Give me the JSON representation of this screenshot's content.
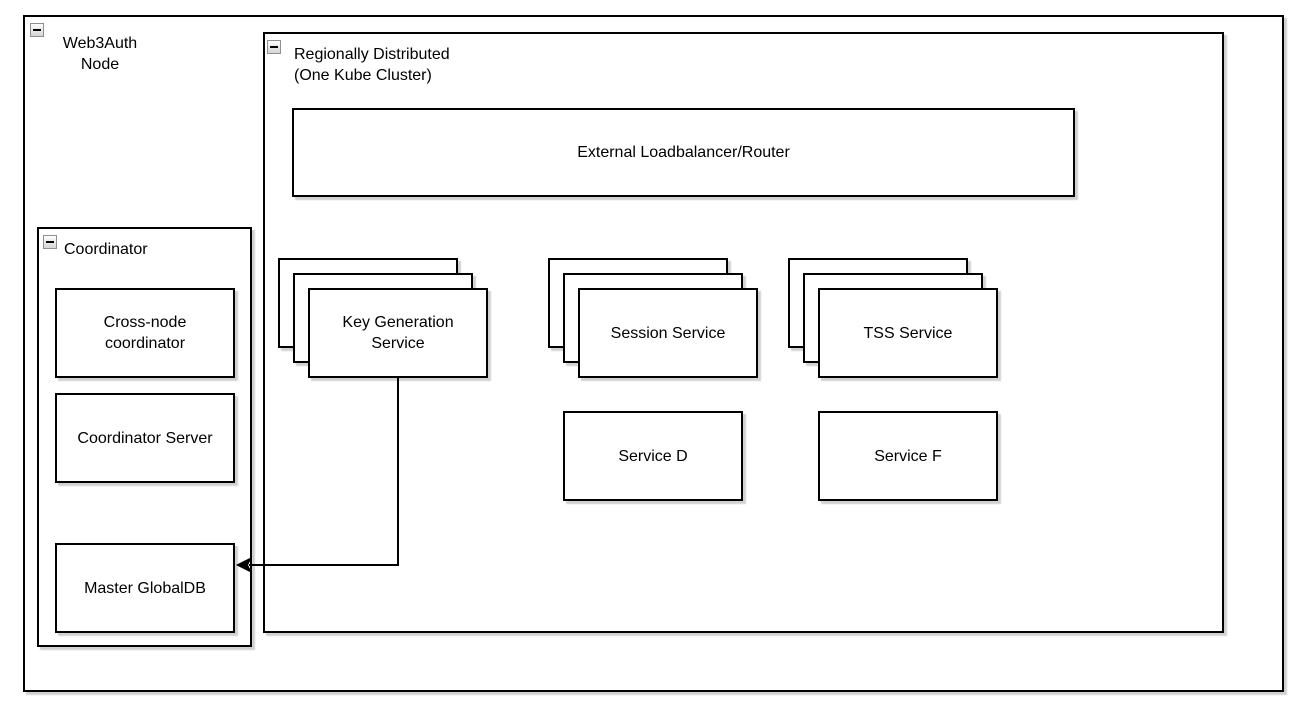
{
  "diagram": {
    "outer_group": {
      "label": "Web3Auth\nNode"
    },
    "regional_group": {
      "label": "Regionally Distributed\n(One Kube Cluster)"
    },
    "loadbalancer": {
      "label": "External Loadbalancer/Router"
    },
    "coordinator_group": {
      "label": "Coordinator"
    },
    "coordinator_children": [
      {
        "label": "Cross-node\ncoordinator"
      },
      {
        "label": "Coordinator Server"
      },
      {
        "label": "Master GlobalDB"
      }
    ],
    "service_stacks": [
      {
        "label": "Key Generation\nService",
        "depicted_instances": 3
      },
      {
        "label": "Session Service",
        "depicted_instances": 3
      },
      {
        "label": "TSS Service",
        "depicted_instances": 3
      }
    ],
    "services": [
      {
        "label": "Service D"
      },
      {
        "label": "Service F"
      }
    ],
    "connections": [
      {
        "from": "Key Generation Service",
        "to": "Master GlobalDB",
        "style": "arrow"
      }
    ],
    "colors": {
      "stroke": "#000000",
      "background": "#ffffff",
      "shadow": "rgba(0,0,0,0.18)"
    }
  }
}
